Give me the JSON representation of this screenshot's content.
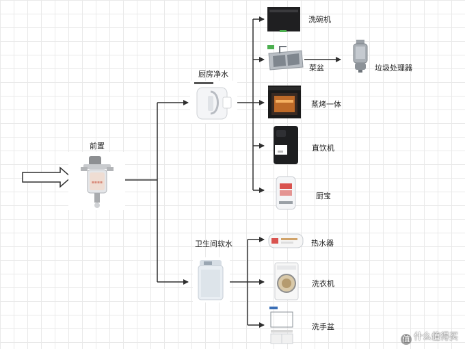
{
  "nodes": {
    "prefilter": "前置",
    "kitchen_purifier": "厨房净水",
    "bathroom_softener": "卫生间软水",
    "dishwasher": "洗碗机",
    "sink": "菜盆",
    "garbage_disposer": "垃圾处理器",
    "steam_oven": "蒸烤一体",
    "direct_drinker": "直饮机",
    "kitchen_heater": "厨宝",
    "water_heater": "热水器",
    "washing_machine": "洗衣机",
    "wash_basin": "洗手盆"
  },
  "watermark": "什么值得买",
  "watermark_badge": "值",
  "colors": {
    "line": "#2f2f2f",
    "grid": "#e9e9e9"
  }
}
